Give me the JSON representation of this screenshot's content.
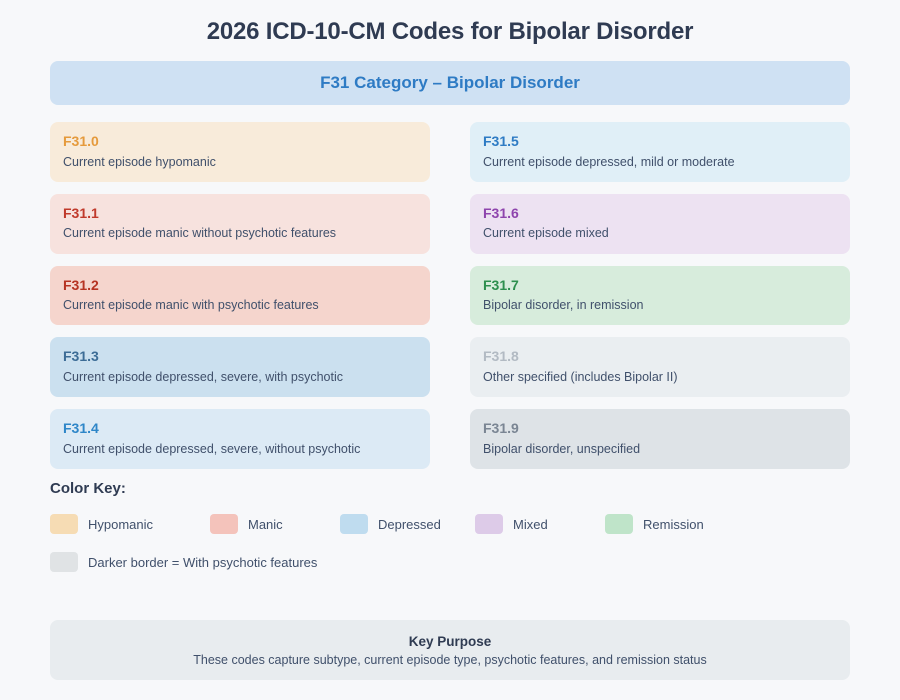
{
  "page": {
    "title": "2026 ICD-10-CM Codes for Bipolar Disorder",
    "background_color": "#f7f8fa"
  },
  "category_banner": {
    "label": "F31 Category – Bipolar Disorder",
    "background_color": "#cfe1f3",
    "text_color": "#2e7bc4"
  },
  "codes": [
    {
      "id": "F31.0",
      "description": "Current episode hypomanic",
      "group": "Hypomanic",
      "psychotic": false,
      "bg_color": "#f8ebda",
      "code_color": "#e59a3c",
      "column": "left"
    },
    {
      "id": "F31.1",
      "description": "Current episode manic without psychotic features",
      "group": "Manic",
      "psychotic": false,
      "bg_color": "#f7e2de",
      "code_color": "#c0392b",
      "column": "left"
    },
    {
      "id": "F31.2",
      "description": "Current episode manic with psychotic features",
      "group": "Manic",
      "psychotic": true,
      "bg_color": "#f5d5cd",
      "code_color": "#b63322",
      "column": "left"
    },
    {
      "id": "F31.3",
      "description": "Current episode depressed, severe, with psychotic",
      "group": "Depressed",
      "psychotic": true,
      "bg_color": "#cbe0ef",
      "code_color": "#3c6c96",
      "column": "left"
    },
    {
      "id": "F31.4",
      "description": "Current episode depressed, severe, without psychotic",
      "group": "Depressed",
      "psychotic": false,
      "bg_color": "#dceaf5",
      "code_color": "#2e86c8",
      "column": "left"
    },
    {
      "id": "F31.5",
      "description": "Current episode depressed, mild or moderate",
      "group": "Depressed",
      "psychotic": false,
      "bg_color": "#e0eff7",
      "code_color": "#2e7bc4",
      "column": "right"
    },
    {
      "id": "F31.6",
      "description": "Current episode mixed",
      "group": "Mixed",
      "psychotic": false,
      "bg_color": "#ede2f2",
      "code_color": "#8e44ad",
      "column": "right"
    },
    {
      "id": "F31.7",
      "description": "Bipolar disorder, in remission",
      "group": "Remission",
      "psychotic": false,
      "bg_color": "#d7ecdc",
      "code_color": "#2d8f4e",
      "column": "right"
    },
    {
      "id": "F31.8",
      "description": "Other specified (includes Bipolar II)",
      "group": "Other",
      "psychotic": false,
      "bg_color": "#eaeef1",
      "code_color": "#b2bac3",
      "column": "right"
    },
    {
      "id": "F31.9",
      "description": "Bipolar disorder, unspecified",
      "group": "Unspecified",
      "psychotic": false,
      "bg_color": "#dee3e7",
      "code_color": "#7a8593",
      "column": "right"
    }
  ],
  "color_key": {
    "title": "Color Key:",
    "items": [
      {
        "label": "Hypomanic",
        "color": "#f6dcb4"
      },
      {
        "label": "Manic",
        "color": "#f4c3bb"
      },
      {
        "label": "Depressed",
        "color": "#bfdcef"
      },
      {
        "label": "Mixed",
        "color": "#ddcbe8"
      },
      {
        "label": "Remission",
        "color": "#bfe4c9"
      }
    ],
    "note": {
      "label": "Darker border = With psychotic features",
      "color": "#e0e3e5"
    }
  },
  "key_purpose": {
    "title": "Key Purpose",
    "text": "These codes capture subtype, current episode type, psychotic features, and remission status",
    "background_color": "#e8ecef"
  }
}
